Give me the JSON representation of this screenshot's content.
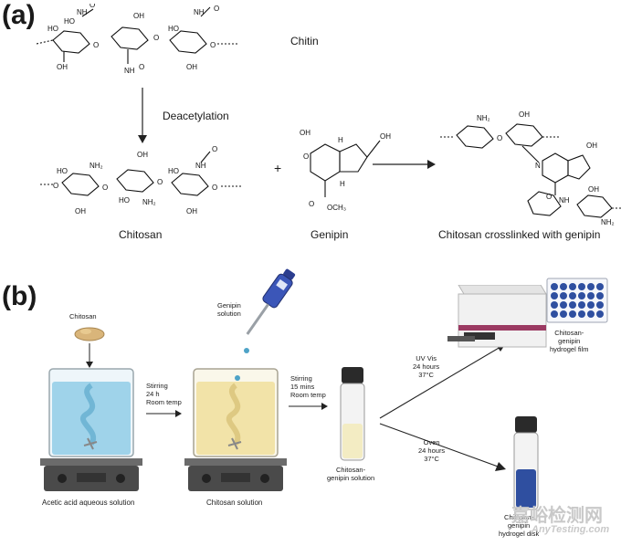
{
  "panel_a": {
    "label": "(a)",
    "chitin_label": "Chitin",
    "deacetylation_label": "Deacetylation",
    "chitosan_label": "Chitosan",
    "genipin_label": "Genipin",
    "plus": "+",
    "product_label": "Chitosan crosslinked with genipin"
  },
  "panel_b": {
    "label": "(b)",
    "chitosan_powder": "Chitosan",
    "genipin_solution": [
      "Genipin",
      "solution"
    ],
    "step1": [
      "Stirring",
      "24 h",
      "Room temp"
    ],
    "step2": [
      "Stirring",
      "15 mins",
      "Room temp"
    ],
    "beaker1_caption": "Acetic acid aqueous solution",
    "beaker2_caption": "Chitosan solution",
    "vial_caption": [
      "Chitosan-",
      "genipin solution"
    ],
    "uv_route": [
      "UV Vis",
      "24 hours",
      "37°C"
    ],
    "oven_route": [
      "Oven",
      "24 hours",
      "37°C"
    ],
    "film_caption": [
      "Chitosan-",
      "genipin",
      "hydrogel film"
    ],
    "disk_caption": [
      "Chitosan-",
      "genipin",
      "hydrogel disk"
    ]
  },
  "watermark": {
    "cn": "嘉峪检测网",
    "en": "AnyTesting.com"
  },
  "colors": {
    "blue_solution": "#9fd3ea",
    "yellow_solution": "#f2e3a8",
    "hydrogel_blue": "#2f4fa0",
    "stirrer": "#4a4a4a"
  }
}
